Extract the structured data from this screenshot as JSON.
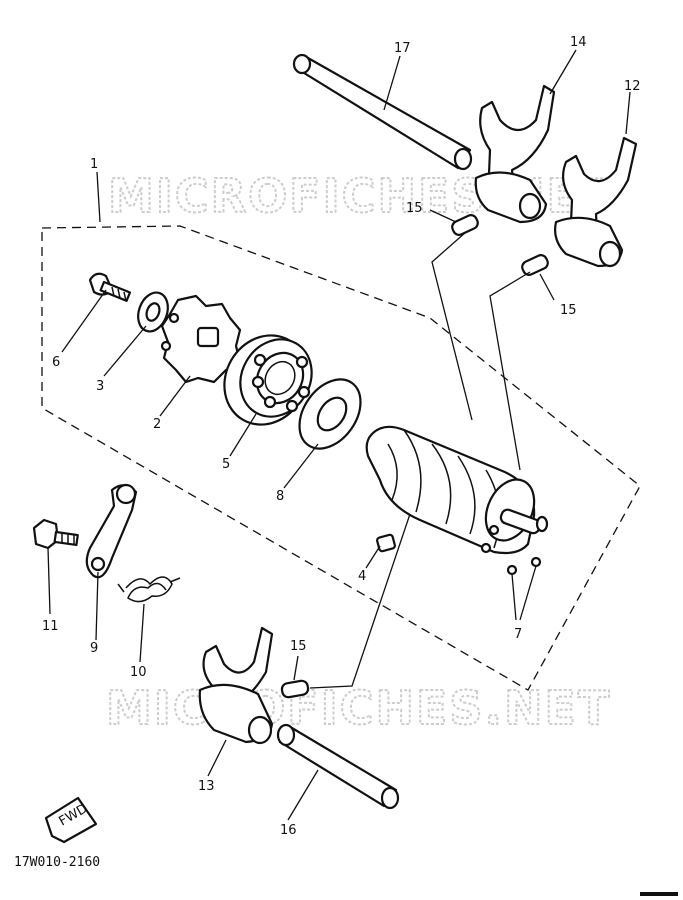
{
  "watermarks": [
    "MICROFICHES.NET",
    "MICROFICHES.NET"
  ],
  "diagram_code": "17W010-2160",
  "fwd_arrow_label": "FWD",
  "callouts": {
    "c1": "1",
    "c2": "2",
    "c3": "3",
    "c4": "4",
    "c5": "5",
    "c6": "6",
    "c7": "7",
    "c8": "8",
    "c9": "9",
    "c10": "10",
    "c11": "11",
    "c12": "12",
    "c13": "13",
    "c14": "14",
    "c15a": "15",
    "c15b": "15",
    "c15c": "15",
    "c16": "16",
    "c17": "17"
  },
  "colors": {
    "ink": "#111111",
    "watermark": "#c8c8c8",
    "background": "#ffffff"
  }
}
